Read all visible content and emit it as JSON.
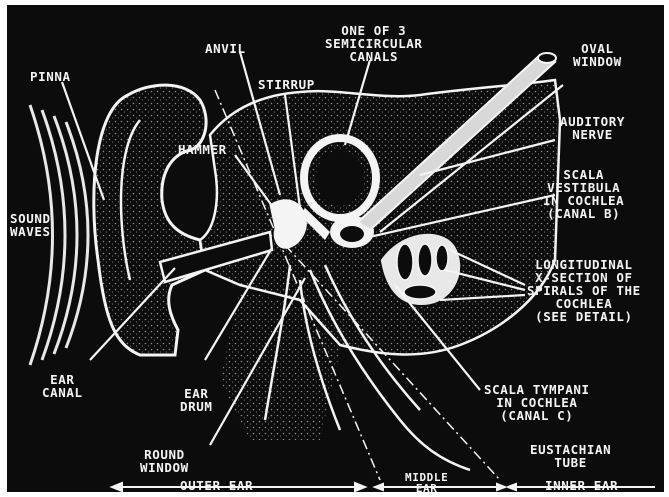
{
  "labels": {
    "pinna": "PINNA",
    "anvil": "ANVIL",
    "semicircular": "ONE OF 3\nSEMICIRCULAR\nCANALS",
    "oval_window": "OVAL\nWINDOW",
    "stirrup": "STIRRUP",
    "hammer": "HAMMER",
    "auditory_nerve": "AUDITORY\nNERVE",
    "scala_vestibula": "SCALA\nVESTIBULA\nIN COCHLEA\n(CANAL B)",
    "sound_waves": "SOUND\nWAVES",
    "longitudinal": "LONGITUDINAL\nX-SECTION OF\nSPIRALS OF THE\nCOCHLEA\n(SEE DETAIL)",
    "ear_canal": "EAR\nCANAL",
    "ear_drum": "EAR\nDRUM",
    "scala_tympani": "SCALA TYMPANI\nIN COCHLEA\n(CANAL C)",
    "round_window": "ROUND\nWINDOW",
    "eustachian_tube": "EUSTACHIAN\nTUBE",
    "outer_ear": "OUTER EAR",
    "middle_ear": "MIDDLE\nEAR",
    "inner_ear": "INNER EAR"
  },
  "colors": {
    "background": "#0c0c0c",
    "ink": "#f4f4f4",
    "stipple": "#8a8a8a"
  }
}
